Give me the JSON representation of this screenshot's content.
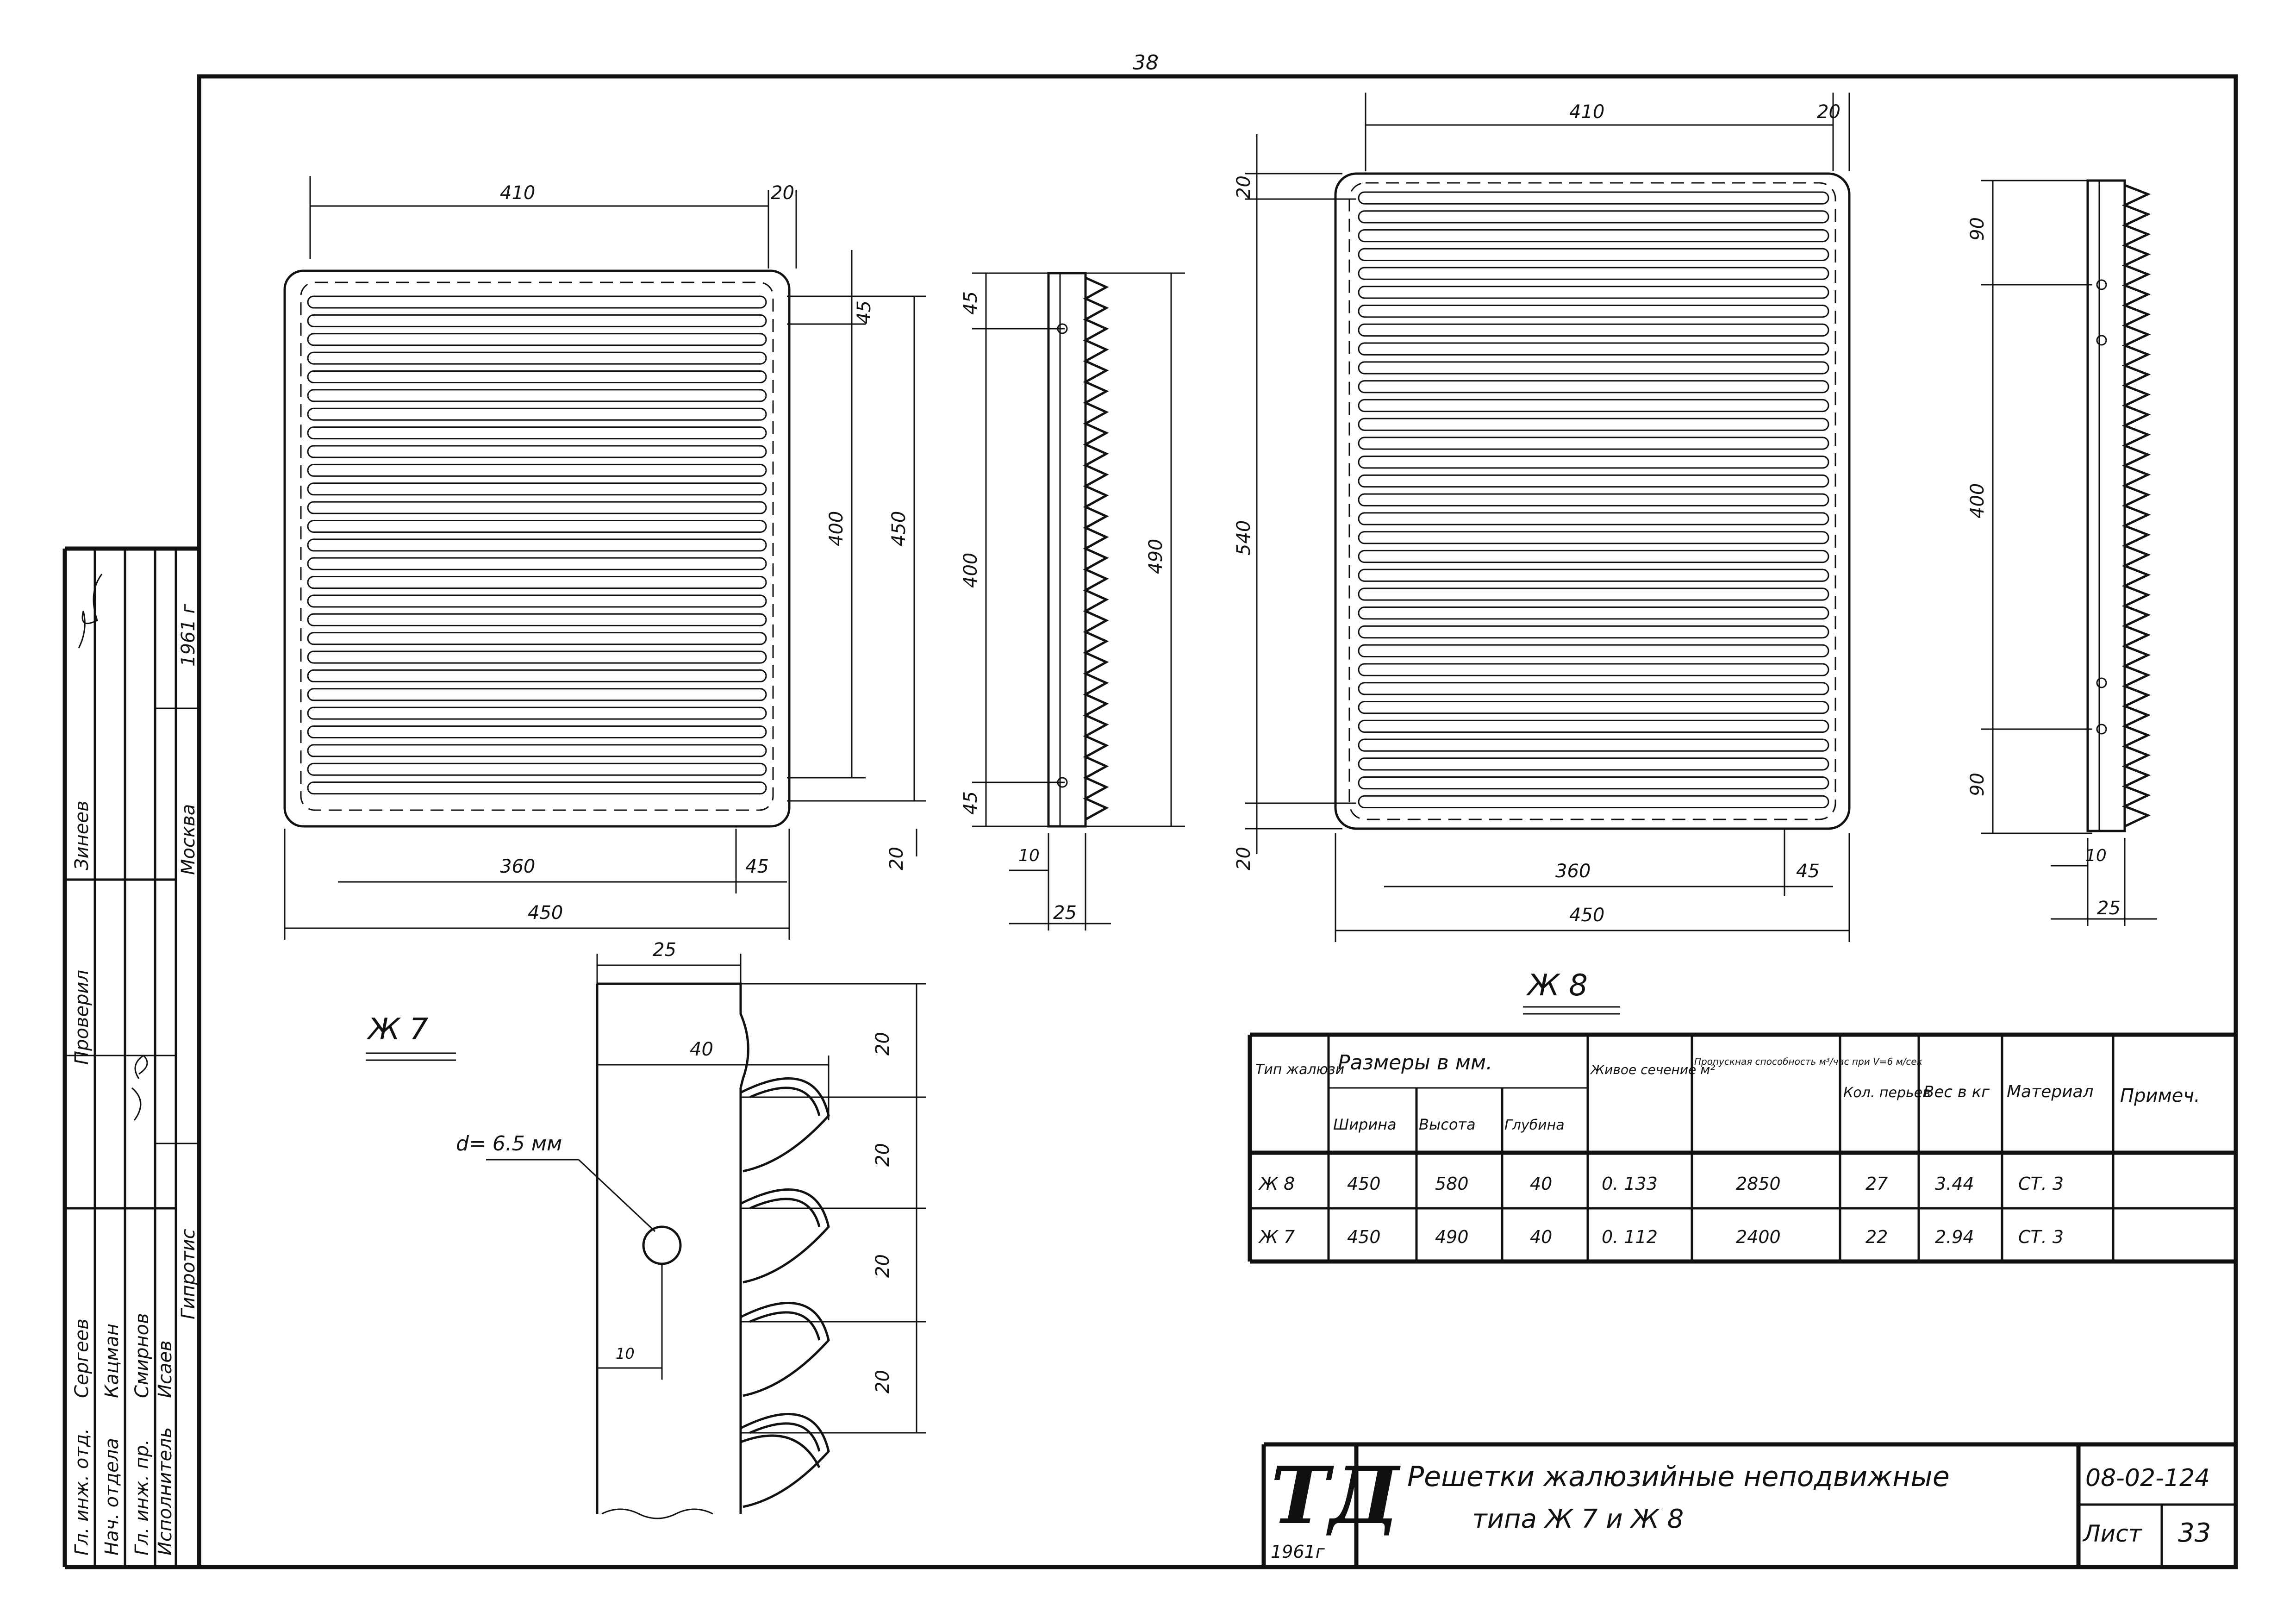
{
  "sheet": {
    "page_number": "38",
    "side_notes": [
      "Москва",
      "1961 г",
      "Гипротис"
    ]
  },
  "j7": {
    "label": "Ж 7",
    "front_view": {
      "width_top": "410",
      "edge_top": "20",
      "spacing_top": "45",
      "inner_height": "400",
      "outer_height": "450",
      "bottom_offset": "20",
      "inner_width": "360",
      "edge_bottom": "45",
      "total_width": "450"
    },
    "side_view": {
      "top_spacing": "45",
      "mid_height": "400",
      "bottom_spacing": "45",
      "total_height": "490",
      "frame_thickness": "10",
      "depth": "25"
    }
  },
  "detail": {
    "top_width": "25",
    "inner_width": "40",
    "hole_label": "d= 6.5 мм",
    "hole_offset": "10",
    "pitch": [
      "20",
      "20",
      "20",
      "20"
    ]
  },
  "j8": {
    "label": "Ж 8",
    "front_view": {
      "width_top": "410",
      "edge_top": "20",
      "spacing_top": "20",
      "height": "540",
      "bottom_spacing": "20",
      "inner_width": "360",
      "edge_bottom": "45",
      "total_width": "450"
    },
    "side_view": {
      "top": "90",
      "mid": "400",
      "bottom": "90",
      "frame_thickness": "10",
      "depth": "25"
    }
  },
  "spec_table": {
    "headers": {
      "type": "Тип жалюзи",
      "sizes": "Размеры в мм.",
      "width": "Ширина",
      "height": "Высота",
      "depth": "Глубина",
      "area": "Живое сечение м²",
      "capacity": "Пропускная способность м³/час при V=6 м/сек",
      "blades": "Кол. перьев",
      "weight": "Вес в кг",
      "material": "Материал",
      "notes": "Примеч."
    },
    "rows": [
      {
        "type": "Ж 8",
        "width": "450",
        "height": "580",
        "depth": "40",
        "area": "0. 133",
        "capacity": "2850",
        "blades": "27",
        "weight": "3.44",
        "material": "СТ. 3",
        "notes": ""
      },
      {
        "type": "Ж 7",
        "width": "450",
        "height": "490",
        "depth": "40",
        "area": "0. 112",
        "capacity": "2400",
        "blades": "22",
        "weight": "2.94",
        "material": "СТ. 3",
        "notes": ""
      }
    ]
  },
  "stamp": {
    "roles": [
      "Гл. инж. отд.",
      "Нач. отдела",
      "Гл. инж. пр.",
      "Исполнитель",
      "Проверил"
    ],
    "names": [
      "Сергеев",
      "Кацман",
      "Смирнов",
      "Исаев",
      "Зинеев"
    ]
  },
  "title_block": {
    "logo": "ТД",
    "year": "1961г",
    "title_line1": "Решетки   жалюзийные   неподвижные",
    "title_line2": "типа   Ж 7 и Ж 8",
    "code": "08-02-124",
    "sheet_label": "Лист",
    "sheet_number": "33"
  }
}
